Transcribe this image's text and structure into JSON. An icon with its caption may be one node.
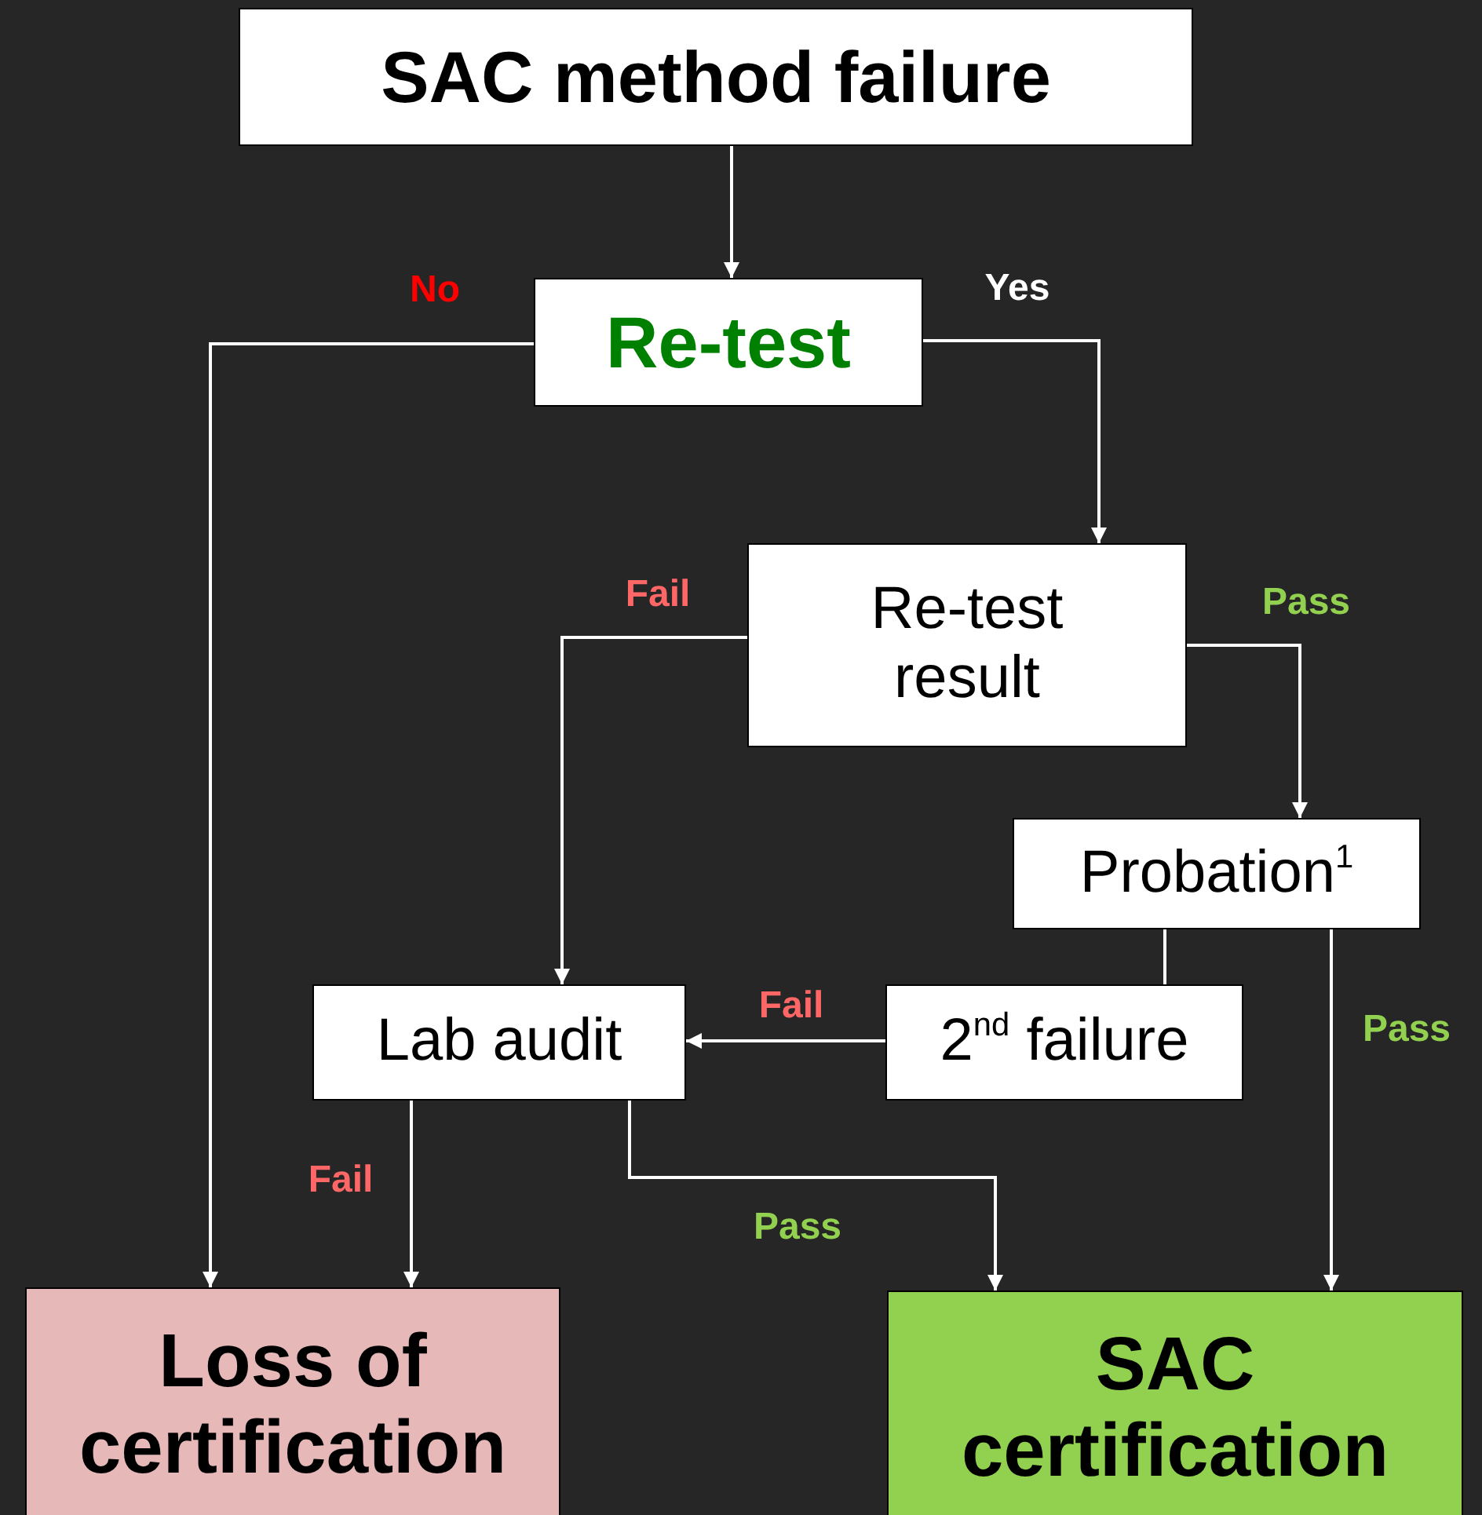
{
  "diagram": {
    "nodes": [
      {
        "text": [
          "SAC method failure"
        ]
      },
      {
        "text": [
          "Re-test"
        ]
      },
      {
        "text": [
          "Re-test result"
        ]
      },
      {
        "text": [
          "Probation$^{1}$"
        ]
      },
      {
        "text": [
          "Lab audit"
        ]
      },
      {
        "text": [
          "2$^{nd}$ failure"
        ]
      },
      {
        "text": [
          "Loss of certification"
        ]
      },
      {
        "text": [
          "SAC certification"
        ]
      }
    ],
    "edges": [
      {
        "from": 0,
        "to": 1,
        "arrow": "to"
      },
      {
        "from": 1,
        "to": 6,
        "arrow": "to",
        "label": "No"
      },
      {
        "from": 1,
        "to": 2,
        "arrow": "to",
        "label": "Yes"
      },
      {
        "from": 2,
        "to": 4,
        "arrow": "to",
        "label": "Fail"
      },
      {
        "from": 2,
        "to": 3,
        "arrow": "to",
        "label": "Pass"
      },
      {
        "from": 3,
        "to": 5,
        "arrow": "none"
      },
      {
        "from": 3,
        "to": 7,
        "arrow": "to",
        "label": "Pass"
      },
      {
        "from": 5,
        "to": 4,
        "arrow": "to",
        "label": "Fail"
      },
      {
        "from": 4,
        "to": 6,
        "arrow": "to",
        "label": "Fail"
      },
      {
        "from": 4,
        "to": 7,
        "arrow": "to",
        "label": "Pass"
      }
    ]
  }
}
